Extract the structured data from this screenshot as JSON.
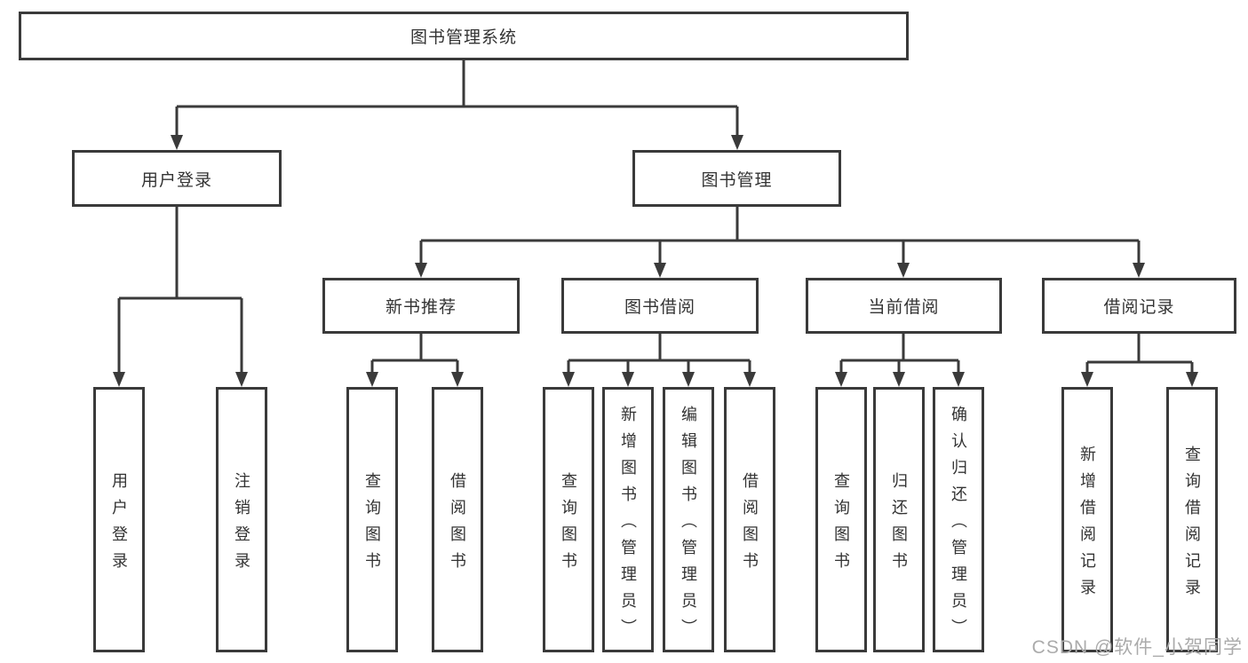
{
  "colors": {
    "line": "#3a3a3a",
    "box_border": "#3a3a3a",
    "text": "#333333",
    "background": "#ffffff",
    "watermark": "#ababab"
  },
  "watermark": "CSDN @软件_小贺同学",
  "tree": {
    "label": "图书管理系统",
    "children": [
      {
        "label": "用户登录",
        "children": [
          {
            "label": "用户登录"
          },
          {
            "label": "注销登录"
          }
        ]
      },
      {
        "label": "图书管理",
        "children": [
          {
            "label": "新书推荐",
            "children": [
              {
                "label": "查询图书"
              },
              {
                "label": "借阅图书"
              }
            ]
          },
          {
            "label": "图书借阅",
            "children": [
              {
                "label": "查询图书"
              },
              {
                "label": "新增图书（管理员）"
              },
              {
                "label": "编辑图书（管理员）"
              },
              {
                "label": "借阅图书"
              }
            ]
          },
          {
            "label": "当前借阅",
            "children": [
              {
                "label": "查询图书"
              },
              {
                "label": "归还图书"
              },
              {
                "label": "确认归还（管理员）"
              }
            ]
          },
          {
            "label": "借阅记录",
            "children": [
              {
                "label": "新增借阅记录"
              },
              {
                "label": "查询借阅记录"
              }
            ]
          }
        ]
      }
    ]
  }
}
